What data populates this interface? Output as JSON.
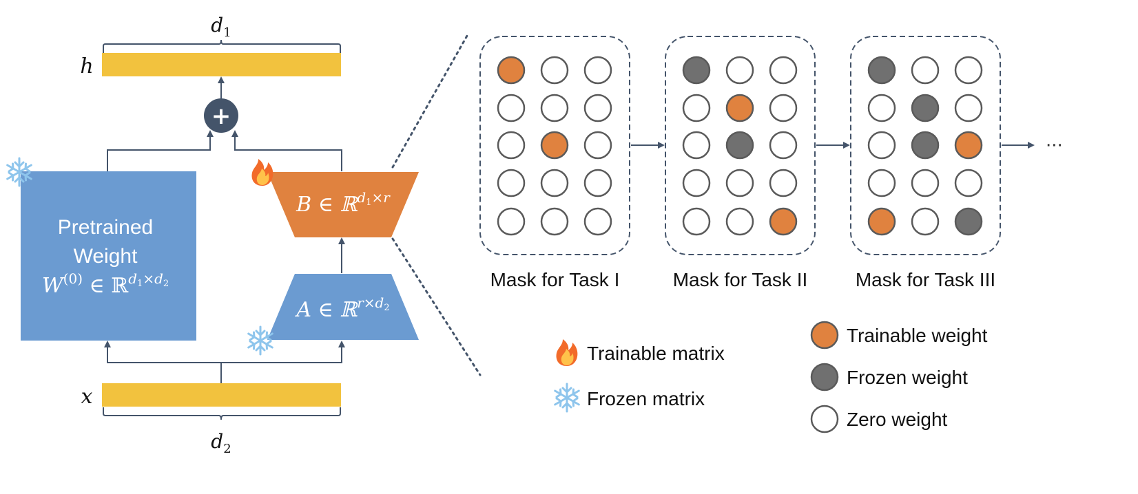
{
  "colors": {
    "yellow": "#F2C23E",
    "blue": "#6B9BD1",
    "orange": "#E0823F",
    "gray": "#707070",
    "dark": "#44546A",
    "ice": "#8EC5EC",
    "flame_outer": "#F26B2A",
    "flame_inner": "#FFC24A"
  },
  "left": {
    "h_label": "h",
    "x_label": "x",
    "d1_label": "d",
    "d1_sub": "1",
    "d2_label": "d",
    "d2_sub": "2",
    "plus": "+",
    "pretrained_line1": "Pretrained",
    "pretrained_line2": "Weight",
    "w_main": "W",
    "w_sup": "(0)",
    "w_in": " ∈ ℝ",
    "w_exp_d": "d",
    "w_exp_1": "1",
    "w_exp_x": "×d",
    "w_exp_2": "2",
    "b_main": "B ∈ ℝ",
    "b_exp_d": "d",
    "b_exp_1": "1",
    "b_exp_rest": "×r",
    "a_main": "A ∈ ℝ",
    "a_exp_rest": "r×d",
    "a_exp_2": "2"
  },
  "masks": [
    {
      "label": "Mask for Task I",
      "grid": [
        [
          "t",
          "z",
          "z"
        ],
        [
          "z",
          "z",
          "z"
        ],
        [
          "z",
          "t",
          "z"
        ],
        [
          "z",
          "z",
          "z"
        ],
        [
          "z",
          "z",
          "z"
        ]
      ]
    },
    {
      "label": "Mask for Task II",
      "grid": [
        [
          "f",
          "z",
          "z"
        ],
        [
          "z",
          "t",
          "z"
        ],
        [
          "z",
          "f",
          "z"
        ],
        [
          "z",
          "z",
          "z"
        ],
        [
          "z",
          "z",
          "t"
        ]
      ]
    },
    {
      "label": "Mask for Task III",
      "grid": [
        [
          "f",
          "z",
          "z"
        ],
        [
          "z",
          "f",
          "z"
        ],
        [
          "z",
          "f",
          "t"
        ],
        [
          "z",
          "z",
          "z"
        ],
        [
          "t",
          "z",
          "f"
        ]
      ]
    }
  ],
  "ellipsis": "···",
  "legend": {
    "trainable_matrix": "Trainable matrix",
    "frozen_matrix": "Frozen matrix",
    "trainable_weight": "Trainable weight",
    "frozen_weight": "Frozen weight",
    "zero_weight": "Zero weight"
  }
}
